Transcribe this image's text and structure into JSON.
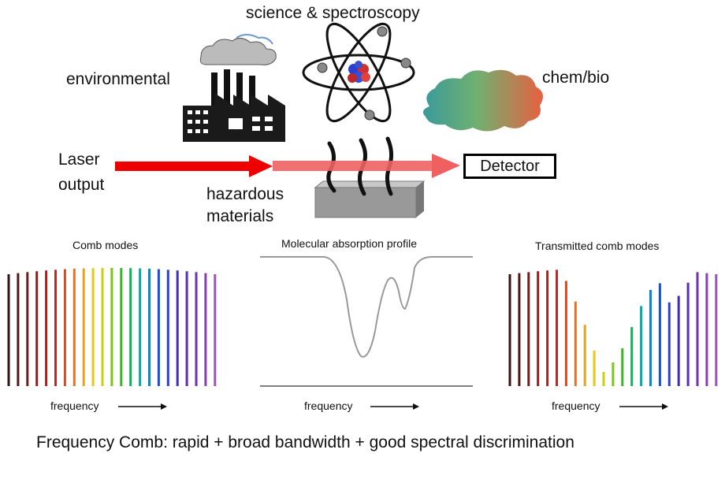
{
  "labels": {
    "science": "science & spectroscopy",
    "environmental": "environmental",
    "chem_bio": "chem/bio",
    "laser_line1": "Laser",
    "laser_line2": "output",
    "hazardous_line1": "hazardous",
    "hazardous_line2": "materials",
    "detector": "Detector"
  },
  "panels": {
    "comb_modes": "Comb modes",
    "absorption": "Molecular absorption profile",
    "transmitted": "Transmitted comb modes",
    "frequency": "frequency"
  },
  "caption": "Frequency  Comb: rapid + broad bandwidth + good spectral discrimination",
  "colors": {
    "laser_red": "#ee0000",
    "beam_pink": "#f06060",
    "absorption_curve": "#999999"
  },
  "comb_colors": [
    "#3a1010",
    "#5a1414",
    "#7a1818",
    "#9a1a1a",
    "#c01818",
    "#dd1a1a",
    "#ee4010",
    "#f07010",
    "#f0a010",
    "#e8c810",
    "#c8d010",
    "#80c020",
    "#40b030",
    "#20a860",
    "#1ca0a0",
    "#1c80c0",
    "#2050c8",
    "#3040c0",
    "#4030b0",
    "#5a30b0",
    "#7030b0",
    "#8a3cb8",
    "#a050c0"
  ],
  "transmitted_levels": [
    1,
    1,
    1,
    1,
    1,
    1,
    0.9,
    0.72,
    0.52,
    0.3,
    0.12,
    0.2,
    0.32,
    0.5,
    0.68,
    0.82,
    0.88,
    0.72,
    0.78,
    0.9,
    1,
    1,
    1
  ]
}
